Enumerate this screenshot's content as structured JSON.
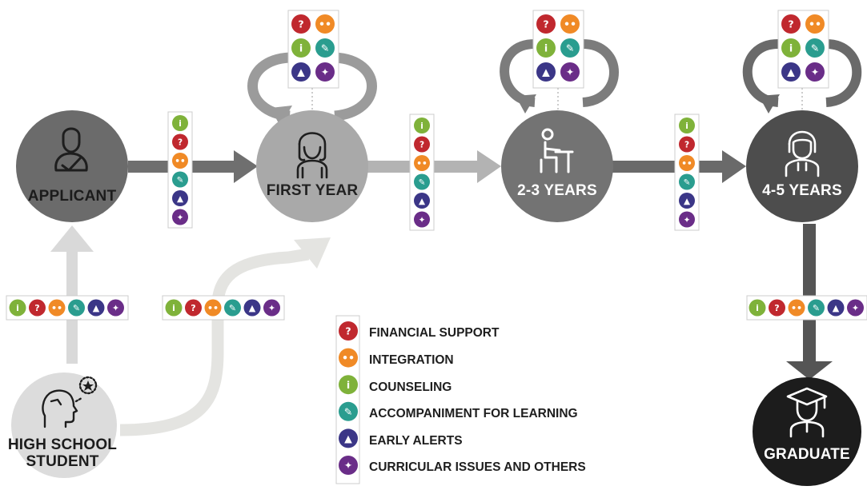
{
  "colors": {
    "financial": "#c0282e",
    "integration": "#f08a26",
    "counseling": "#7fb23a",
    "accompaniment": "#2a9d8f",
    "alerts": "#3b3687",
    "curricular": "#6a2d88"
  },
  "nodes": {
    "applicant": {
      "label": "APPLICANT",
      "icon": "person-with-checkmark-icon",
      "fill": "#6b6b6b"
    },
    "first_year": {
      "label": "FIRST YEAR",
      "icon": "young-woman-icon",
      "fill": "#a9a9a9"
    },
    "years_2_3": {
      "label": "2-3 YEARS",
      "icon": "student-at-desk-icon",
      "fill": "#737373"
    },
    "years_4_5": {
      "label": "4-5 YEARS",
      "icon": "student-with-hoodie-icon",
      "fill": "#4d4d4d"
    },
    "high_school": {
      "label_line1": "HIGH SCHOOL",
      "label_line2": "STUDENT",
      "icon": "thinking-head-star-icon",
      "fill": "#dcdcdc"
    },
    "graduate": {
      "label": "GRADUATE",
      "icon": "graduate-cap-icon",
      "fill": "#1c1c1c"
    }
  },
  "legend": [
    {
      "key": "financial",
      "label": "FINANCIAL SUPPORT",
      "icon": "hand-question-icon"
    },
    {
      "key": "integration",
      "label": "INTEGRATION",
      "icon": "people-icon"
    },
    {
      "key": "counseling",
      "label": "COUNSELING",
      "icon": "info-person-icon"
    },
    {
      "key": "accompaniment",
      "label": "ACCOMPANIMENT FOR LEARNING",
      "icon": "learning-icon"
    },
    {
      "key": "alerts",
      "label": "EARLY ALERTS",
      "icon": "alarm-bell-icon"
    },
    {
      "key": "curricular",
      "label": "CURRICULAR ISSUES AND OTHERS",
      "icon": "arrows-icon"
    }
  ]
}
